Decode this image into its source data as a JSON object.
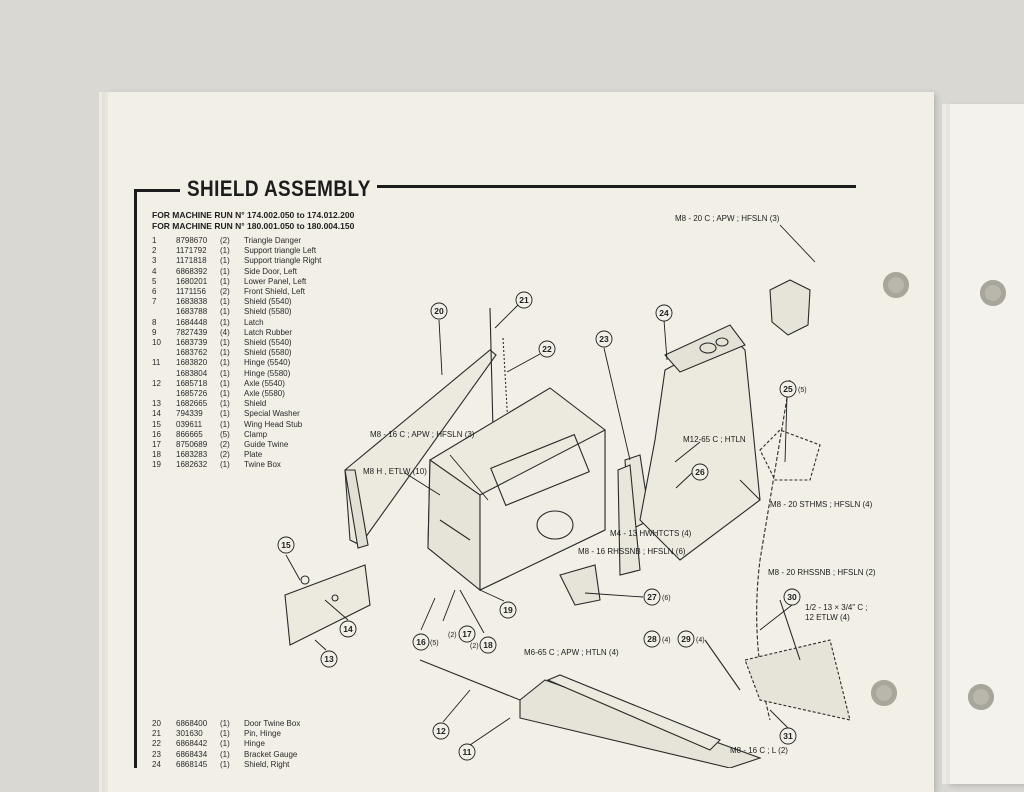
{
  "title": "SHIELD ASSEMBLY",
  "machine_runs": [
    "FOR MACHINE RUN N° 174.002.050 to 174.012.200",
    "FOR MACHINE RUN N° 180.001.050 to 180.004.150"
  ],
  "parts_top": [
    [
      "1",
      "8798670",
      "(2)",
      "Triangle Danger"
    ],
    [
      "2",
      "1171792",
      "(1)",
      "Support triangle Left"
    ],
    [
      "3",
      "1171818",
      "(1)",
      "Support triangle Right"
    ],
    [
      "4",
      "6868392",
      "(1)",
      "Side Door, Left"
    ],
    [
      "5",
      "1680201",
      "(1)",
      "Lower Panel, Left"
    ],
    [
      "6",
      "1171156",
      "(2)",
      "Front Shield, Left"
    ],
    [
      "7",
      "1683838",
      "(1)",
      "Shield (5540)"
    ],
    [
      "",
      "1683788",
      "(1)",
      "Shield (5580)"
    ],
    [
      "8",
      "1684448",
      "(1)",
      "Latch"
    ],
    [
      "9",
      "7827439",
      "(4)",
      "Latch Rubber"
    ],
    [
      "10",
      "1683739",
      "(1)",
      "Shield (5540)"
    ],
    [
      "",
      "1683762",
      "(1)",
      "Shield (5580)"
    ],
    [
      "11",
      "1683820",
      "(1)",
      "Hinge (5540)"
    ],
    [
      "",
      "1683804",
      "(1)",
      "Hinge (5580)"
    ],
    [
      "12",
      "1685718",
      "(1)",
      "Axle (5540)"
    ],
    [
      "",
      "1685726",
      "(1)",
      "Axle (5580)"
    ],
    [
      "13",
      "1682665",
      "(1)",
      "Shield"
    ],
    [
      "14",
      "794339",
      "(1)",
      "Special Washer"
    ],
    [
      "15",
      "039611",
      "(1)",
      "Wing Head Stub"
    ],
    [
      "16",
      "866665",
      "(5)",
      "Clamp"
    ],
    [
      "17",
      "8750689",
      "(2)",
      "Guide Twine"
    ],
    [
      "18",
      "1683283",
      "(2)",
      "Plate"
    ],
    [
      "19",
      "1682632",
      "(1)",
      "Twine Box"
    ]
  ],
  "parts_bottom": [
    [
      "20",
      "6868400",
      "(1)",
      "Door Twine Box"
    ],
    [
      "21",
      "301630",
      "(1)",
      "Pin, Hinge"
    ],
    [
      "22",
      "6868442",
      "(1)",
      "Hinge"
    ],
    [
      "23",
      "6868434",
      "(1)",
      "Bracket Gauge"
    ],
    [
      "24",
      "6868145",
      "(1)",
      "Shield, Right"
    ]
  ],
  "callouts": {
    "m8_20c": "M8 - 20 C ; APW ; HFSLN (3)",
    "m8_16c": "M8 - 16 C ; APW ; HFSLN (3)",
    "m8h": "M8 H , ETLW (10)",
    "m12": "M12-65 C ; HTLN",
    "m4": "M4 - 13 HWHTCTS (4)",
    "m8_16r": "M8 - 16 RHSSNB ; HFSLN (6)",
    "m8_20s": "M8 - 20 STHMS ; HFSLN (4)",
    "m8_20r": "M8 - 20 RHSSNB ; HFSLN (2)",
    "half_a": "1/2 - 13 × 3/4\" C ;",
    "half_b": "12 ETLW (4)",
    "m6": "M6-65 C ; APW ; HTLN (4)",
    "m8_16l": "M8 - 16 C ; L (2)"
  },
  "numbers": {
    "n20": "20",
    "n21": "21",
    "n22": "22",
    "n23": "23",
    "n24": "24",
    "n25": "25",
    "q25": "(5)",
    "n26": "26",
    "n27": "27",
    "q27": "(6)",
    "n15": "15",
    "n14": "14",
    "n13": "13",
    "n16": "16",
    "q16": "(5)",
    "n17": "17",
    "q17": "(2)",
    "n18": "18",
    "q18": "(2)",
    "n19": "19",
    "n28": "28",
    "q28": "(4)",
    "n29": "29",
    "q29": "(4)",
    "n30": "30",
    "n12": "12",
    "n11": "11",
    "n31": "31"
  }
}
